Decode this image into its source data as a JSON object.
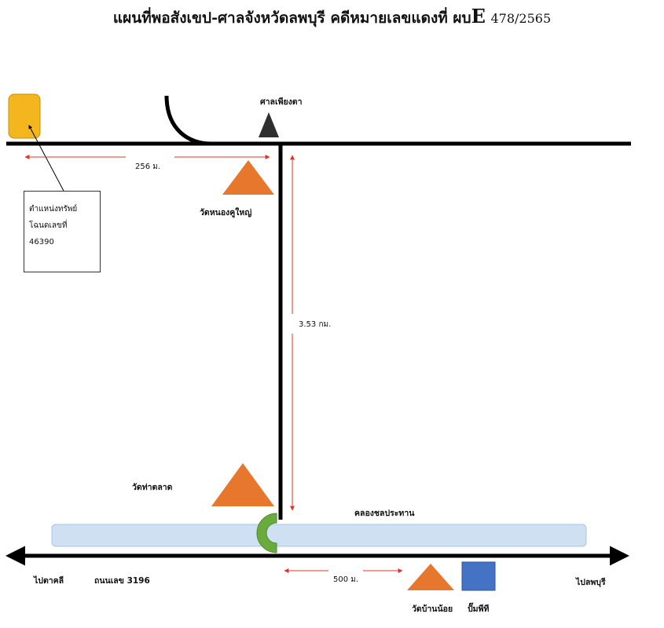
{
  "title": {
    "main": "แผนที่พอสังเขป-ศาลจังหวัดลพบุรี คดีหมายเลขแดงที่ ผบ",
    "code": "E",
    "number": "478/2565"
  },
  "labels": {
    "sala": "ศาลเพียงตา",
    "wat_nong_khu_yai": "วัดหนองคูใหญ่",
    "dist_top": "256 ม.",
    "dist_vertical": "3.53 กม.",
    "wat_tha_talat": "วัดท่าตลาด",
    "canal": "คลองชลประทาน",
    "to_left": "ไปตาคลี",
    "road_no": "ถนนเลข 3196",
    "dist_bottom": "500 ม.",
    "wat_ban_noi": "วัดบ้านน้อย",
    "pump": "ปั๊มพีที",
    "to_right": "ไปลพบุรี"
  },
  "property_box": {
    "line1": "ตำแหน่งทรัพย์",
    "line2": "โฉนดเลขที่",
    "line3": "46390"
  },
  "colors": {
    "road": "#000000",
    "dimension": "#e8302a",
    "temple": "#e8772e",
    "property": "#f3b61f",
    "canal": "#cfe0f3",
    "curve": "#6aab3e",
    "pump": "#4472c4"
  }
}
